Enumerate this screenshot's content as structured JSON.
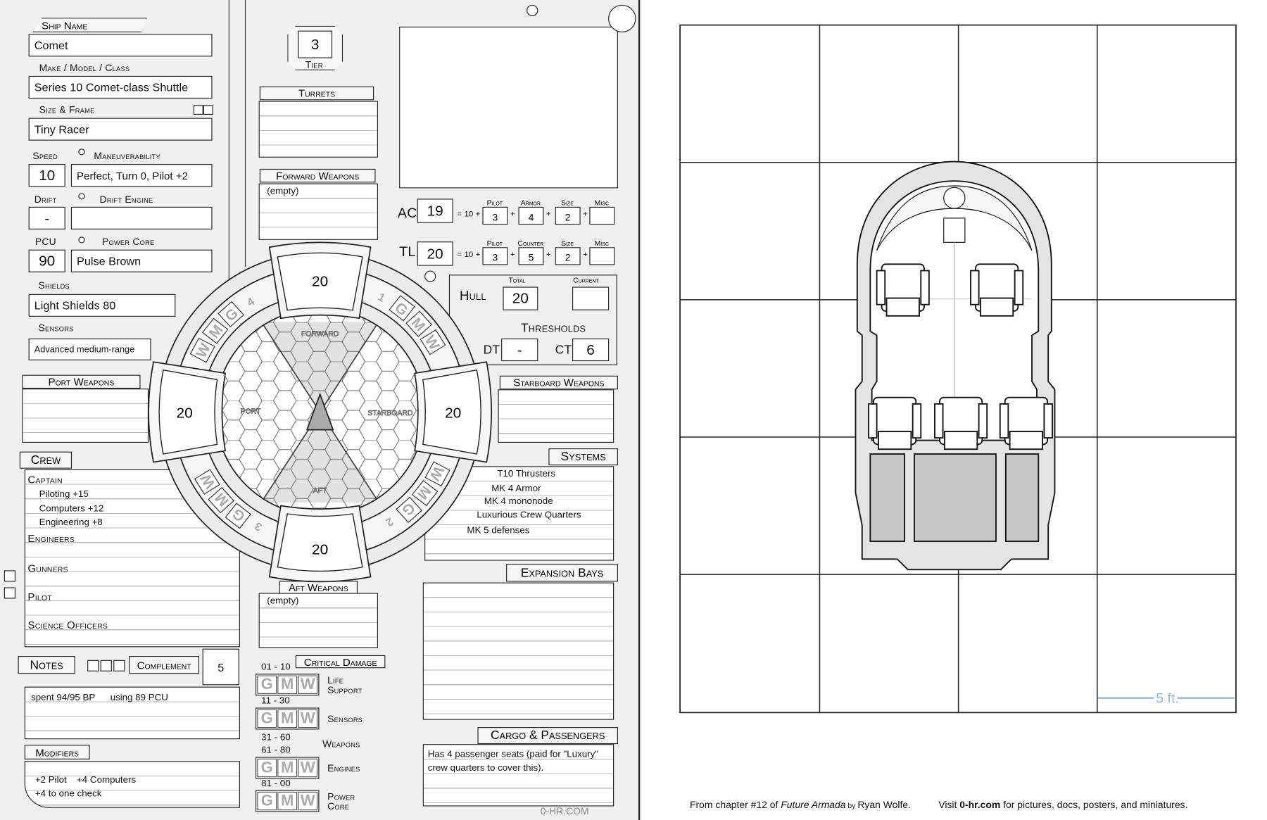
{
  "sheet": {
    "ship_name": {
      "label": "Ship Name",
      "value": "Comet"
    },
    "make_model": {
      "label": "Make / Model / Class",
      "value": "Series 10 Comet-class Shuttle"
    },
    "size_frame": {
      "label": "Size & Frame",
      "value": "Tiny Racer"
    },
    "speed": {
      "label": "Speed",
      "value": "10"
    },
    "maneuverability": {
      "label": "Maneuverability",
      "value": "Perfect, Turn 0, Pilot +2"
    },
    "drift": {
      "label": "Drift",
      "value": "-"
    },
    "drift_engine": {
      "label": "Drift Engine",
      "value": ""
    },
    "pcu": {
      "label": "PCU",
      "value": "90"
    },
    "power_core": {
      "label": "Power Core",
      "value": "Pulse Brown"
    },
    "shields": {
      "label": "Shields",
      "value": "Light Shields 80"
    },
    "sensors": {
      "label": "Sensors",
      "value": "Advanced medium-range"
    },
    "tier": {
      "label": "Tier",
      "value": "3"
    },
    "turrets": {
      "label": "Turrets"
    },
    "forward_weapons": {
      "label": "Forward Weapons",
      "value": "(empty)"
    },
    "aft_weapons": {
      "label": "Aft Weapons",
      "value": "(empty)"
    },
    "port_weapons": {
      "label": "Port Weapons"
    },
    "starboard_weapons": {
      "label": "Starboard Weapons"
    },
    "ac": {
      "label": "AC",
      "value": "19",
      "formula": "= 10 +",
      "parts": [
        {
          "label": "Pilot",
          "value": "3"
        },
        {
          "label": "Armor",
          "value": "4"
        },
        {
          "label": "Size",
          "value": "2"
        },
        {
          "label": "Misc",
          "value": ""
        }
      ]
    },
    "tl": {
      "label": "TL",
      "value": "20",
      "formula": "= 10 +",
      "parts": [
        {
          "label": "Pilot",
          "value": "3"
        },
        {
          "label": "Counter",
          "value": "5"
        },
        {
          "label": "Size",
          "value": "2"
        },
        {
          "label": "Misc",
          "value": ""
        }
      ]
    },
    "plus": "+",
    "hull": {
      "label": "Hull",
      "total_label": "Total",
      "total": "20",
      "current_label": "Current",
      "current": ""
    },
    "thresholds": {
      "label": "Thresholds",
      "dt_label": "DT",
      "dt": "-",
      "ct_label": "CT",
      "ct": "6"
    },
    "shields_arcs": {
      "forward": "20",
      "port": "20",
      "starboard": "20",
      "aft": "20"
    },
    "arc_labels": {
      "forward": "FORWARD",
      "port": "PORT",
      "starboard": "STARBOARD",
      "aft": "AFT"
    },
    "quadrant_numbers": [
      "1",
      "2",
      "3",
      "4"
    ],
    "gmw": [
      "G",
      "M",
      "W"
    ],
    "crew": {
      "label": "Crew",
      "entries": [
        {
          "text": "Captain",
          "role": true
        },
        {
          "text": "Piloting +15",
          "role": false
        },
        {
          "text": "Computers +12",
          "role": false
        },
        {
          "text": "Engineering +8",
          "role": false
        },
        {
          "text": "Engineers",
          "role": true
        },
        {
          "text": "Gunners",
          "role": true
        },
        {
          "text": "Pilot",
          "role": true
        },
        {
          "text": "Science Officers",
          "role": true
        }
      ]
    },
    "systems": {
      "label": "Systems",
      "items": [
        "T10 Thrusters",
        "MK 4 Armor",
        "MK 4 mononode",
        "Luxurious Crew Quarters",
        "MK 5 defenses"
      ]
    },
    "expansion_bays": {
      "label": "Expansion Bays"
    },
    "notes": {
      "label": "Notes",
      "complement_label": "Complement",
      "complement": "5",
      "text1": "spent 94/95 BP",
      "text2": "using 89 PCU"
    },
    "modifiers": {
      "label": "Modifiers",
      "line1a": "+2 Pilot",
      "line1b": "+4 Computers",
      "line2": "+4 to one check"
    },
    "critical_damage": {
      "label": "Critical Damage",
      "rows": [
        {
          "range": "01 - 10",
          "system": "Life Support",
          "has_gmw": true
        },
        {
          "range": "11 - 30",
          "system": "Sensors",
          "has_gmw": true
        },
        {
          "range": "31 - 60",
          "system": "Weapons",
          "has_gmw": false
        },
        {
          "range": "61 - 80",
          "system": "Engines",
          "has_gmw": true
        },
        {
          "range": "81 - 00",
          "system": "Power Core",
          "has_gmw": true
        }
      ]
    },
    "cargo": {
      "label": "Cargo & Passengers",
      "line1": "Has 4 passenger seats (paid for \"Luxury\"",
      "line2": "crew quarters to cover this)."
    },
    "footer_site": "0-HR.COM"
  },
  "map": {
    "scale_label": "5 ft.",
    "scale_color": "#8fb8d8"
  },
  "caption": {
    "pre": "From chapter #12 of ",
    "book": "Future Armada",
    "by": " by ",
    "author": "Ryan Wolfe.",
    "visit": "Visit ",
    "site": "0-hr.com",
    "post": " for pictures, docs, posters, and miniatures."
  }
}
